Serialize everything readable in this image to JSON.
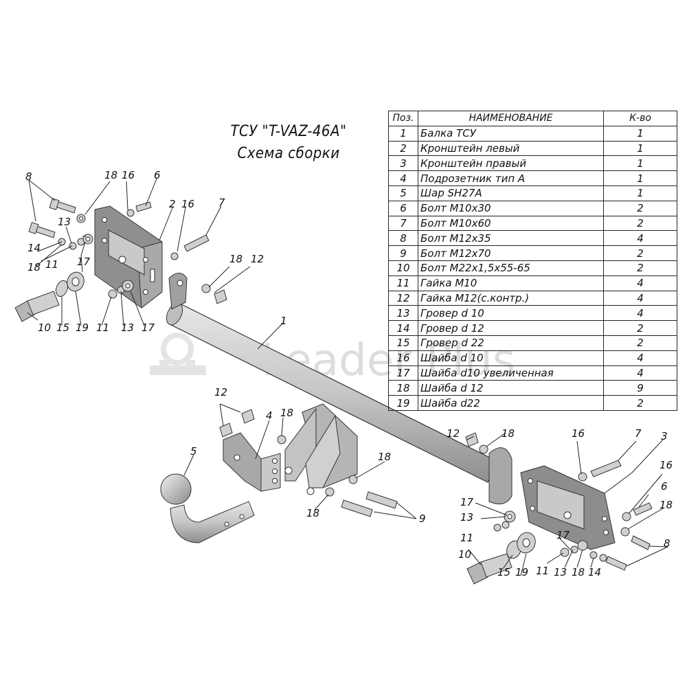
{
  "title": {
    "line1": "ТСУ \"T-VAZ-46A\"",
    "line2": "Схема сборки"
  },
  "watermark": "Leader Plus",
  "table": {
    "headers": {
      "pos": "Поз.",
      "name": "НАИМЕНОВАНИЕ",
      "qty": "К-во"
    },
    "rows": [
      {
        "pos": "1",
        "name": "Балка ТСУ",
        "qty": "1"
      },
      {
        "pos": "2",
        "name": "Кронштейн левый",
        "qty": "1"
      },
      {
        "pos": "3",
        "name": "Кронштейн правый",
        "qty": "1"
      },
      {
        "pos": "4",
        "name": "Подрозетник тип А",
        "qty": "1"
      },
      {
        "pos": "5",
        "name": "Шар SH27A",
        "qty": "1"
      },
      {
        "pos": "6",
        "name": "Болт М10х30",
        "qty": "2"
      },
      {
        "pos": "7",
        "name": "Болт М10х60",
        "qty": "2"
      },
      {
        "pos": "8",
        "name": "Болт М12х35",
        "qty": "4"
      },
      {
        "pos": "9",
        "name": "Болт М12х70",
        "qty": "2"
      },
      {
        "pos": "10",
        "name": "Болт М22х1,5х55-65",
        "qty": "2"
      },
      {
        "pos": "11",
        "name": "Гайка М10",
        "qty": "4"
      },
      {
        "pos": "12",
        "name": "Гайка М12(с.контр.)",
        "qty": "4"
      },
      {
        "pos": "13",
        "name": "Гровер d 10",
        "qty": "4"
      },
      {
        "pos": "14",
        "name": "Гровер d 12",
        "qty": "2"
      },
      {
        "pos": "15",
        "name": "Гровер d 22",
        "qty": "2"
      },
      {
        "pos": "16",
        "name": "Шайба d 10",
        "qty": "4"
      },
      {
        "pos": "17",
        "name": "Шайба d10 увеличенная",
        "qty": "4"
      },
      {
        "pos": "18",
        "name": "Шайба d 12",
        "qty": "9"
      },
      {
        "pos": "19",
        "name": "Шайба d22",
        "qty": "2"
      }
    ]
  },
  "callouts": [
    "1",
    "2",
    "3",
    "4",
    "5",
    "6",
    "7",
    "8",
    "9",
    "10",
    "11",
    "12",
    "13",
    "14",
    "15",
    "16",
    "17",
    "18",
    "19"
  ],
  "colors": {
    "metal": "#c9c9c9",
    "metal_dark": "#6d6d6d",
    "bracket": "#8a8a8a",
    "line": "#222222",
    "watermark": "#d8d8d8"
  }
}
